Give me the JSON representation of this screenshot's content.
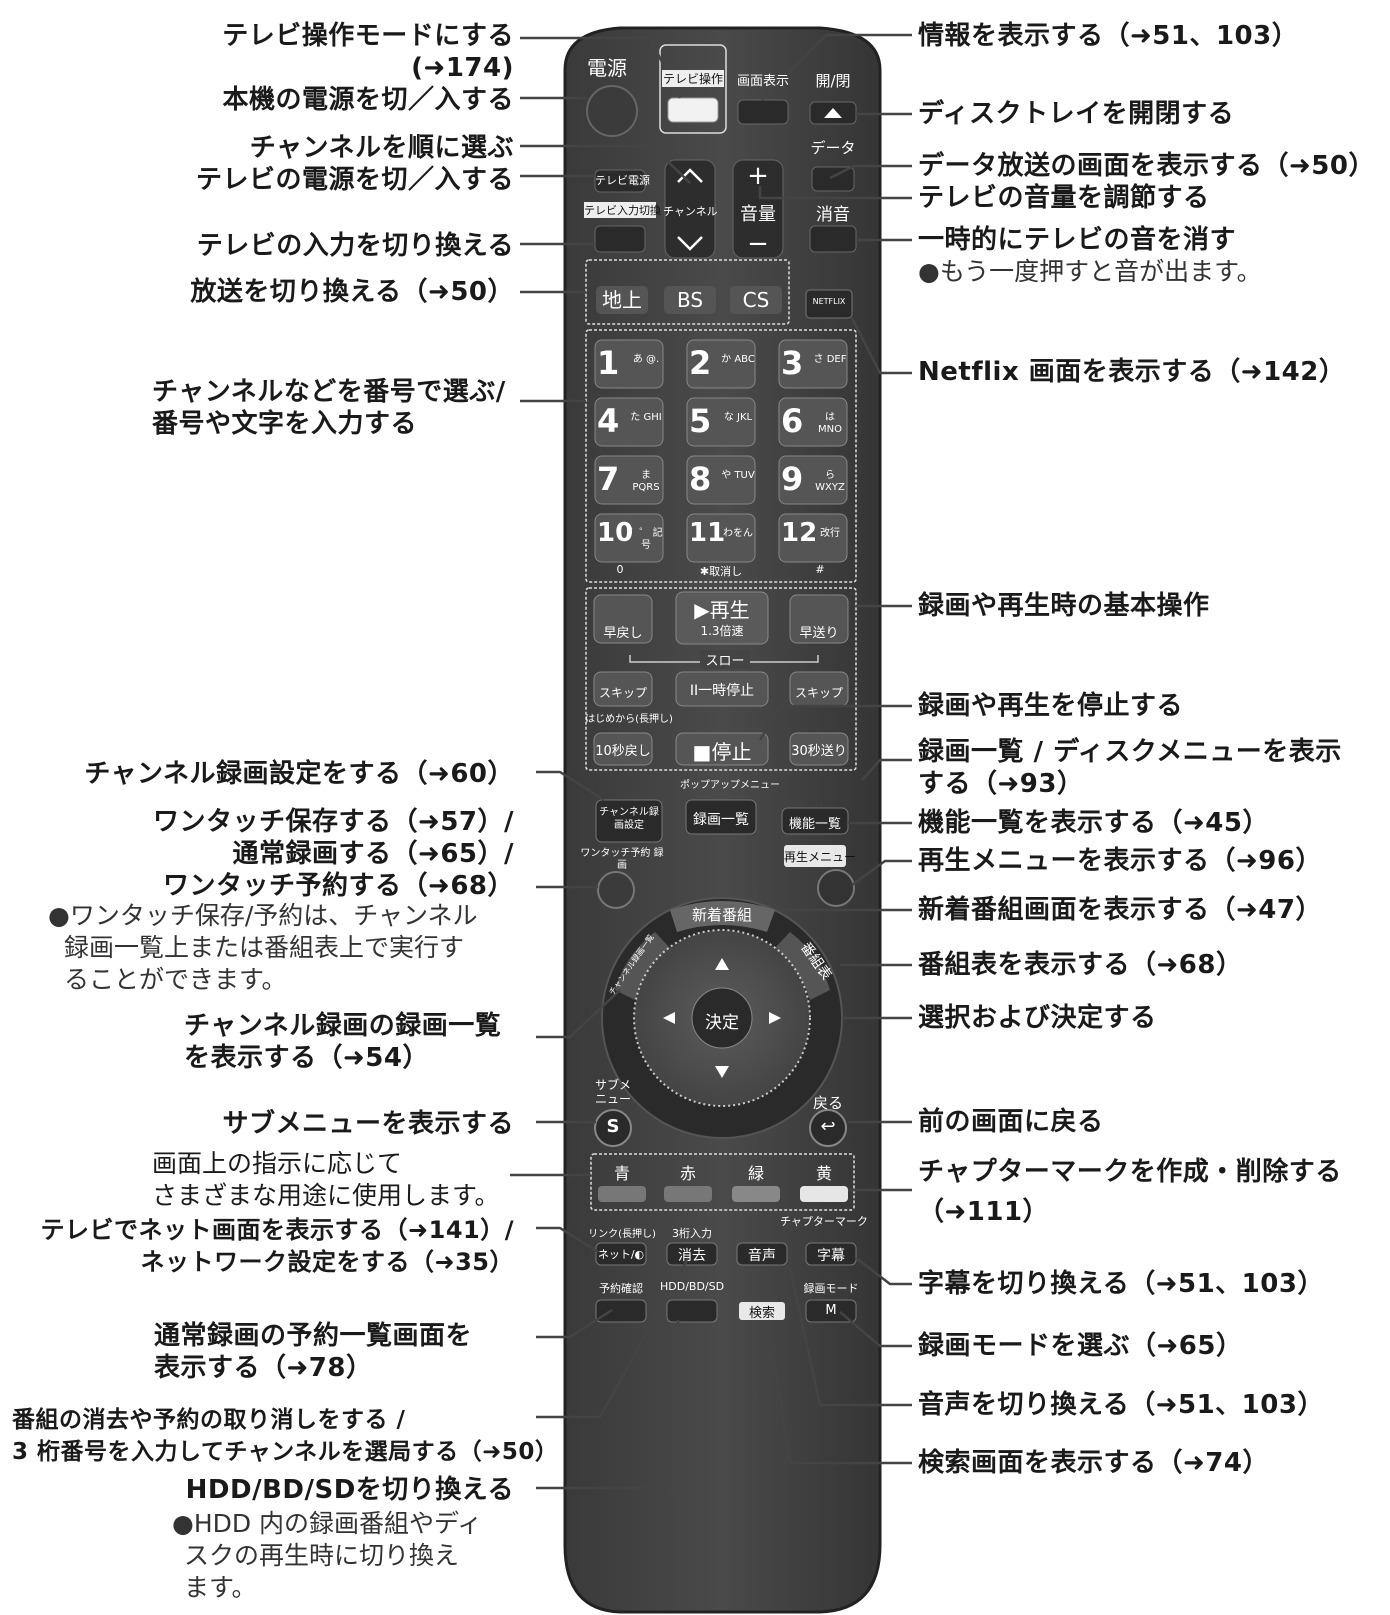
{
  "remote": {
    "power": "電源",
    "tv_mode": "テレビ操作",
    "display": "画面表示",
    "open_close": "開/閉",
    "data": "データ",
    "tv_power": "テレビ電源",
    "tv_input": "テレビ入力切換",
    "channel": "チャンネル",
    "volume": "音量",
    "mute": "消音",
    "broadcast": [
      "地上",
      "BS",
      "CS"
    ],
    "netflix": "NETFLIX",
    "numbers": [
      {
        "n": "1",
        "sub": "あ @."
      },
      {
        "n": "2",
        "sub": "か ABC"
      },
      {
        "n": "3",
        "sub": "さ DEF"
      },
      {
        "n": "4",
        "sub": "た GHI"
      },
      {
        "n": "5",
        "sub": "な JKL"
      },
      {
        "n": "6",
        "sub": "は MNO"
      },
      {
        "n": "7",
        "sub": "ま PQRS"
      },
      {
        "n": "8",
        "sub": "や TUV"
      },
      {
        "n": "9",
        "sub": "ら WXYZ"
      },
      {
        "n": "10",
        "sub": "゛゜ 記号"
      },
      {
        "n": "11",
        "sub": "わをん"
      },
      {
        "n": "12",
        "sub": "改行"
      }
    ],
    "num_sub_labels": [
      "0",
      "✱取消し",
      "#"
    ],
    "rewind": "早戻し",
    "play": "▶再生",
    "play_sub": "1.3倍速",
    "ff": "早送り",
    "slow": "スロー",
    "skip_back": "スキップ",
    "pause": "II一時停止",
    "skip_fwd": "スキップ",
    "from_start": "はじめから(長押し)",
    "back10": "10秒戻し",
    "stop": "■停止",
    "fwd30": "30秒送り",
    "popup": "ポップアップメニュー",
    "ch_rec_setting": "チャンネル録画設定",
    "rec_list": "録画一覧",
    "func_list": "機能一覧",
    "one_touch": "ワンタッチ予約 録画",
    "play_menu": "再生メニュー",
    "new_programs": "新着番組",
    "ch_rec_list": "チャンネル録画一覧",
    "epg": "番組表",
    "ok": "決定",
    "sub_menu": "サブメニュー",
    "back": "戻る",
    "colors": [
      "青",
      "赤",
      "緑",
      "黄"
    ],
    "chapter_mark": "チャプターマーク",
    "link": "リンク(長押し)",
    "three_digit": "3桁入力",
    "net": "ネット/◐",
    "erase": "消去",
    "audio": "音声",
    "subtitle": "字幕",
    "reservation": "予約確認",
    "hdd_bd_sd": "HDD/BD/SD",
    "rec_mode": "録画モード",
    "search": "検索",
    "m": "M"
  },
  "left_labels": {
    "tv_mode": "テレビ操作モードにする",
    "tv_mode_ref": "(➜174)",
    "power": "本機の電源を切／入する",
    "channel": "チャンネルを順に選ぶ",
    "tv_power": "テレビの電源を切／入する",
    "tv_input": "テレビの入力を切り換える",
    "broadcast": "放送を切り換える（➜50）",
    "number1": "チャンネルなどを番号で選ぶ/",
    "number2": "番号や文字を入力する",
    "ch_rec_setting": "チャンネル録画設定をする（➜60）",
    "one_touch1": "ワンタッチ保存する（➜57）/",
    "one_touch2": "通常録画する（➜65）/",
    "one_touch3": "ワンタッチ予約する（➜68）",
    "one_touch_note1": "●ワンタッチ保存/予約は、チャンネル",
    "one_touch_note2": "録画一覧上または番組表上で実行す",
    "one_touch_note3": "ることができます。",
    "ch_rec_list1": "チャンネル録画の録画一覧",
    "ch_rec_list2": "を表示する（➜54）",
    "sub_menu": "サブメニューを表示する",
    "color1": "画面上の指示に応じて",
    "color2": "さまざまな用途に使用します。",
    "net1": "テレビでネット画面を表示する（➜141）/",
    "net2": "ネットワーク設定をする（➜35）",
    "reservation1": "通常録画の予約一覧画面を",
    "reservation2": "表示する（➜78）",
    "erase1": "番組の消去や予約の取り消しをする /",
    "erase2": "3 桁番号を入力してチャンネルを選局する（➜50）",
    "hdd1": "HDD/BD/SDを切り換える",
    "hdd_note1": "●HDD 内の録画番組やディ",
    "hdd_note2": "スクの再生時に切り換え",
    "hdd_note3": "ます。"
  },
  "right_labels": {
    "display": "情報を表示する（➜51、103）",
    "open_close": "ディスクトレイを開閉する",
    "data": "データ放送の画面を表示する（➜50）",
    "volume": "テレビの音量を調節する",
    "mute": "一時的にテレビの音を消す",
    "mute_note": "●もう一度押すと音が出ます。",
    "netflix": "Netflix 画面を表示する（➜142）",
    "playback": "録画や再生時の基本操作",
    "stop": "録画や再生を停止する",
    "rec_list1": "録画一覧 / ディスクメニューを表示",
    "rec_list2": "する（➜93）",
    "func_list": "機能一覧を表示する（➜45）",
    "play_menu": "再生メニューを表示する（➜96）",
    "new_programs": "新着番組画面を表示する（➜47）",
    "epg": "番組表を表示する（➜68）",
    "select": "選択および決定する",
    "back": "前の画面に戻る",
    "chapter1": "チャプターマークを作成・削除する",
    "chapter2": "（➜111）",
    "subtitle": "字幕を切り換える（➜51、103）",
    "rec_mode": "録画モードを選ぶ（➜65）",
    "audio": "音声を切り換える（➜51、103）",
    "search": "検索画面を表示する（➜74）"
  }
}
